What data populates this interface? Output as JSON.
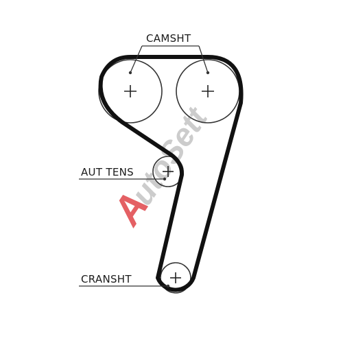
{
  "labels": {
    "camshaft": "CAMSHT",
    "tensioner": "AUT TENS",
    "crankshaft": "CRANSHT"
  },
  "watermark": {
    "accent": "A",
    "rest": "utoSett",
    "accent_color": "#e0454a",
    "rest_color": "#c4c4c4"
  },
  "colors": {
    "belt": "#111111",
    "line": "#333333",
    "background": "#ffffff"
  }
}
